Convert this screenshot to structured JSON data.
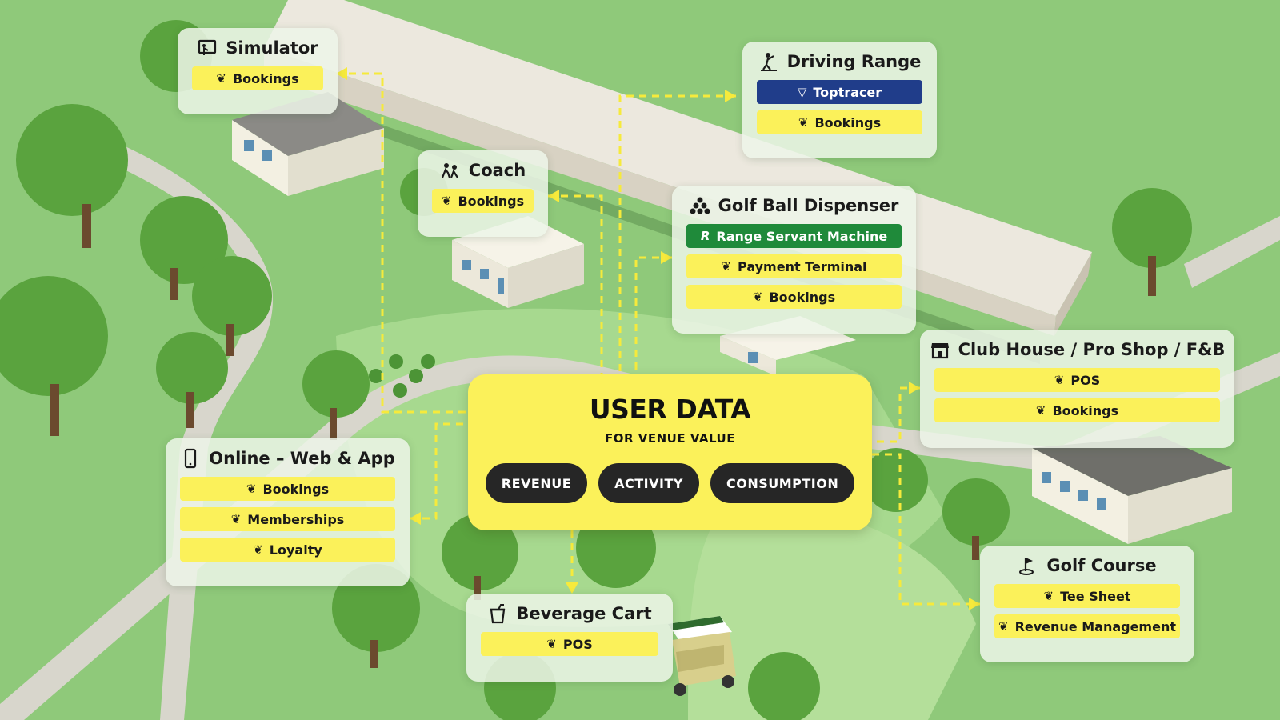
{
  "hub": {
    "title": "USER DATA",
    "subtitle": "FOR VENUE VALUE",
    "metrics": [
      "REVENUE",
      "ACTIVITY",
      "CONSUMPTION"
    ]
  },
  "nodes": {
    "simulator": {
      "title": "Simulator",
      "icon": "simulator-screen-icon",
      "items": [
        "Bookings"
      ]
    },
    "coach": {
      "title": "Coach",
      "icon": "coach-icon",
      "items": [
        "Bookings"
      ]
    },
    "driving_range": {
      "title": "Driving Range",
      "icon": "golfer-swing-icon",
      "items": [
        "Toptracer",
        "Bookings"
      ]
    },
    "golf_ball_dispenser": {
      "title": "Golf Ball Dispenser",
      "icon": "golf-balls-icon",
      "items": [
        "Range Servant Machine",
        "Payment Terminal",
        "Bookings"
      ]
    },
    "club_house": {
      "title": "Club House / Pro Shop / F&B",
      "icon": "storefront-icon",
      "items": [
        "POS",
        "Bookings"
      ]
    },
    "online": {
      "title": "Online – Web & App",
      "icon": "smartphone-icon",
      "items": [
        "Bookings",
        "Memberships",
        "Loyalty"
      ]
    },
    "beverage_cart": {
      "title": "Beverage Cart",
      "icon": "drink-cup-icon",
      "items": [
        "POS"
      ]
    },
    "golf_course": {
      "title": "Golf Course",
      "icon": "golf-flag-icon",
      "items": [
        "Tee Sheet",
        "Revenue Management"
      ]
    }
  },
  "colors": {
    "accent_yellow": "#fbf15a",
    "toptracer_blue": "#203d8a",
    "range_servant_green": "#1f8a3a",
    "grass": "#8ec878",
    "connector": "#f6ea3c"
  }
}
